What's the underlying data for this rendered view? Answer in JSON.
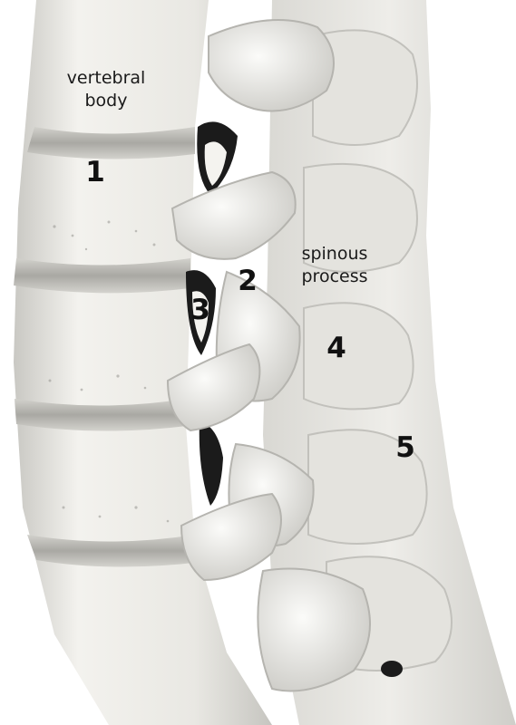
{
  "palette": {
    "background": "#ffffff",
    "bone_light": "#f1f0ec",
    "bone_mid": "#e2e1dc",
    "bone_shadow": "#b9b8b3",
    "gap_dark": "#1b1b1b",
    "label_color": "#1a1a1a"
  },
  "labels": {
    "vertebral_body": "vertebral\nbody",
    "spinous_process": "spinous\nprocess"
  },
  "numbers": {
    "n1": "1",
    "n2": "2",
    "n3": "3",
    "n4": "4",
    "n5": "5"
  }
}
